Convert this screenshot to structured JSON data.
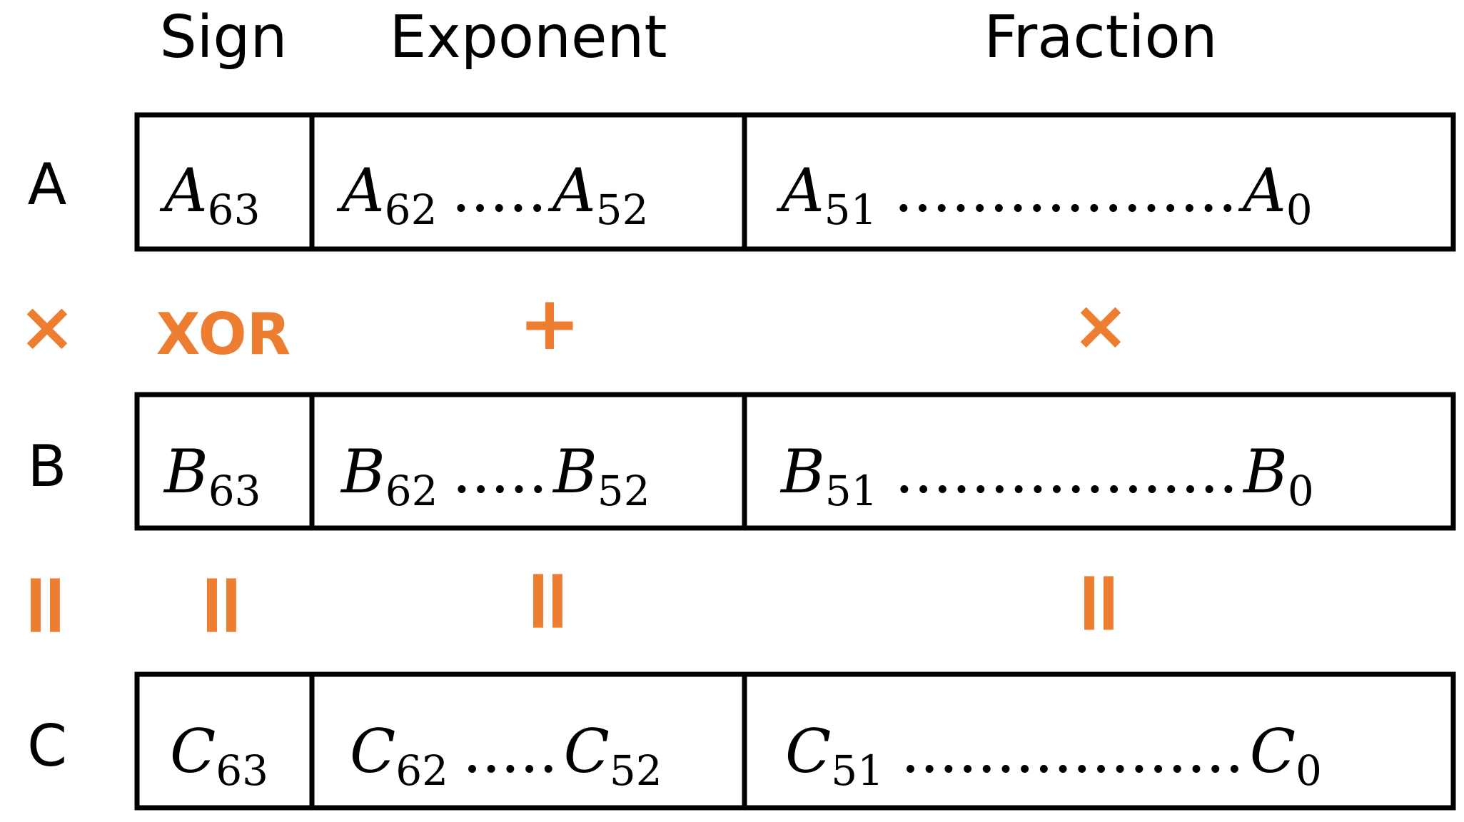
{
  "headers": {
    "sign": "Sign",
    "exponent": "Exponent",
    "fraction": "Fraction"
  },
  "row_labels": [
    "A",
    "B",
    "C"
  ],
  "operators_row1": {
    "overall": "×",
    "sign": "XOR",
    "exponent": "+",
    "fraction": "×"
  },
  "operators_row2": {
    "overall": "=",
    "sign": "=",
    "exponent": "=",
    "fraction": "="
  },
  "rows": [
    {
      "sign": {
        "var": "A",
        "sub": "63"
      },
      "exponent": {
        "v1": "A",
        "s1": "62",
        "dots": ".....",
        "v2": "A",
        "s2": "52"
      },
      "fraction": {
        "v1": "A",
        "s1": "51",
        "dots": "..................",
        "v2": "A",
        "s2": "0"
      }
    },
    {
      "sign": {
        "var": "B",
        "sub": "63"
      },
      "exponent": {
        "v1": "B",
        "s1": "62",
        "dots": ".....",
        "v2": "B",
        "s2": "52"
      },
      "fraction": {
        "v1": "B",
        "s1": "51",
        "dots": "..................",
        "v2": "B",
        "s2": "0"
      }
    },
    {
      "sign": {
        "var": "C",
        "sub": "63"
      },
      "exponent": {
        "v1": "C",
        "s1": "62",
        "dots": ".....",
        "v2": "C",
        "s2": "52"
      },
      "fraction": {
        "v1": "C",
        "s1": "51",
        "dots": "..................",
        "v2": "C",
        "s2": "0"
      }
    }
  ],
  "colors": {
    "operator": "#ED7D31",
    "stroke": "#000000"
  }
}
